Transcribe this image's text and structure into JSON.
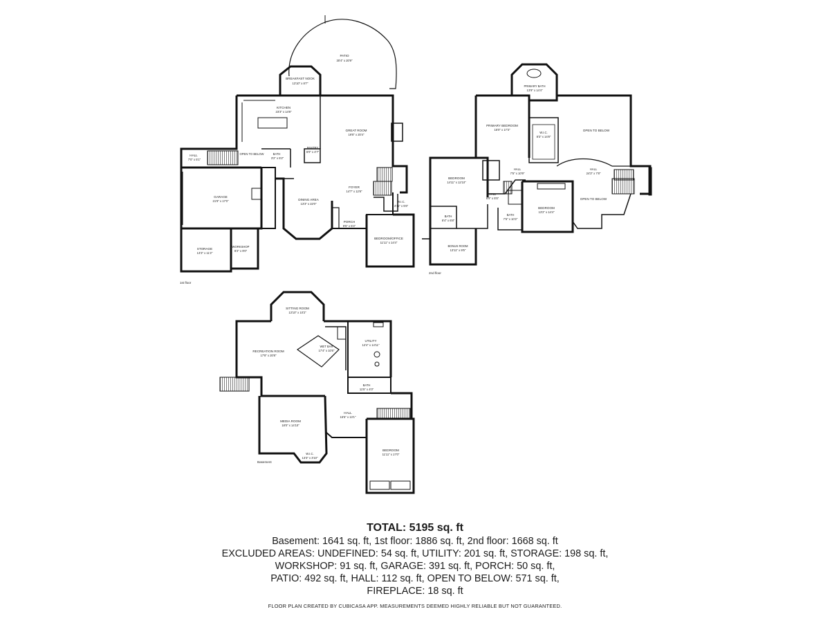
{
  "first_floor": {
    "label": "1st floor",
    "rooms": [
      {
        "name": "PATIO",
        "dims": "30'4\" x 20'9\""
      },
      {
        "name": "BREAKFAST NOOK",
        "dims": "13'10\" x 8'7\""
      },
      {
        "name": "KITCHEN",
        "dims": "23'3\" x 14'8\""
      },
      {
        "name": "GREAT ROOM",
        "dims": "19'8\" x 20'4\""
      },
      {
        "name": "HALL",
        "dims": "7'0\" x 5'1\""
      },
      {
        "name": "OPEN TO BELOW",
        "dims": ""
      },
      {
        "name": "BATH",
        "dims": "3'2\" x 5'2\""
      },
      {
        "name": "PANTRY",
        "dims": "6'0\" x 4'7\""
      },
      {
        "name": "GARAGE",
        "dims": "21'9\" x 17'0\""
      },
      {
        "name": "DINING AREA",
        "dims": "13'3\" x 22'0\""
      },
      {
        "name": "FOYER",
        "dims": "14'7\" x 12'8\""
      },
      {
        "name": "W.I.C.",
        "dims": "4'11\" x 5'6\""
      },
      {
        "name": "PORCH",
        "dims": "9'5\" x 5'4\""
      },
      {
        "name": "BEDROOM/OFFICE",
        "dims": "11'11\" x 14'4\""
      },
      {
        "name": "STORAGE",
        "dims": "13'3\" x 11'2\""
      },
      {
        "name": "WORKSHOP",
        "dims": "8'2\" x 9'0\""
      }
    ]
  },
  "second_floor": {
    "label": "2nd floor",
    "rooms": [
      {
        "name": "PRIMARY BATH",
        "dims": "13'9\" x 14'4\""
      },
      {
        "name": "PRIMARY BEDROOM",
        "dims": "15'0\" x 17'3\""
      },
      {
        "name": "W.I.C.",
        "dims": "8'3\" x 14'8\""
      },
      {
        "name": "OPEN TO BELOW",
        "dims": ""
      },
      {
        "name": "BEDROOM",
        "dims": "14'11\" x 12'10\""
      },
      {
        "name": "HALL",
        "dims": "7'5\" x 10'9\""
      },
      {
        "name": "HALL",
        "dims": "24'3\" x 7'8\""
      },
      {
        "name": "HALL",
        "dims": "6'9\" x 5'5\""
      },
      {
        "name": "BEDROOM",
        "dims": "13'2\" x 14'4\""
      },
      {
        "name": "OPEN TO BELOW",
        "dims": ""
      },
      {
        "name": "BATH",
        "dims": "8'4\" x 6'8\""
      },
      {
        "name": "BATH",
        "dims": "7'6\" x 10'2\""
      },
      {
        "name": "BONUS ROOM",
        "dims": "13'11\" x 9'5\""
      }
    ]
  },
  "basement": {
    "label": "Basement",
    "rooms": [
      {
        "name": "SITTING ROOM",
        "dims": "13'10\" x 10'2\""
      },
      {
        "name": "RECREATION ROOM",
        "dims": "17'8\" x 20'8\""
      },
      {
        "name": "WET BAR",
        "dims": "17'4\" x 10'6\""
      },
      {
        "name": "UTILITY",
        "dims": "12'4\" x 14'11\""
      },
      {
        "name": "BATH",
        "dims": "11'5\" x 4'0\""
      },
      {
        "name": "MEDIA ROOM",
        "dims": "18'0\" x 14'10\""
      },
      {
        "name": "HALL",
        "dims": "15'5\" x 13'1\""
      },
      {
        "name": "W.I.C.",
        "dims": "13'3\" x 3'10\""
      },
      {
        "name": "BEDROOM",
        "dims": "11'11\" x 17'0\""
      }
    ]
  },
  "summary": {
    "total": "TOTAL: 5195 sq. ft",
    "lines": [
      "Basement: 1641 sq. ft, 1st floor: 1886 sq. ft, 2nd floor: 1668 sq. ft",
      "EXCLUDED AREAS: UNDEFINED: 54 sq. ft, UTILITY: 201 sq. ft, STORAGE: 198 sq. ft,",
      "WORKSHOP: 91 sq. ft, GARAGE: 391 sq. ft, PORCH: 50 sq. ft,",
      "PATIO: 492 sq. ft, HALL: 112 sq. ft, OPEN TO BELOW: 571 sq. ft,",
      "FIREPLACE: 18 sq. ft"
    ]
  },
  "footer": "FLOOR PLAN CREATED BY CUBICASA APP. MEASUREMENTS DEEMED HIGHLY RELIABLE BUT NOT GUARANTEED."
}
